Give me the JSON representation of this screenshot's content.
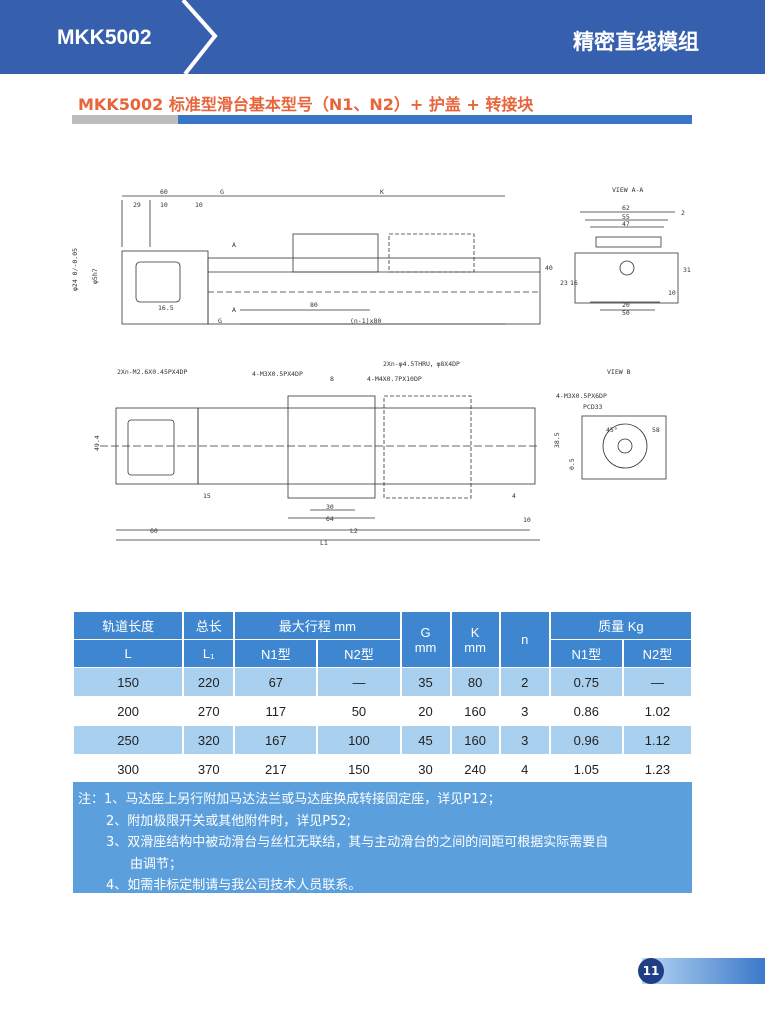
{
  "header": {
    "model": "MKK5002",
    "series": "精密直线模组"
  },
  "subtitle": "MKK5002 标准型滑台基本型号（N1、N2）+ 护盖 + 转接块",
  "drawing": {
    "side": [
      "60",
      "G",
      "K",
      "29",
      "10",
      "10",
      "A",
      "φ24 0/-0.05",
      "φ5h7",
      "16.5",
      "80",
      "G",
      "A",
      "(n-1)x80"
    ],
    "view_aa": {
      "title": "VIEW A-A",
      "dims": [
        "62",
        "55",
        "47",
        "2",
        "40",
        "31",
        "23",
        "16",
        "10",
        "20",
        "50"
      ]
    },
    "top": [
      "2Xn-M2.6X0.45PX4DP",
      "4-M3X0.5PX4DP",
      "8",
      "4-M4X0.7PX10DP",
      "2Xn-φ4.5THRU，φ8X4DP",
      "49.4",
      "15",
      "30",
      "64",
      "60",
      "L2",
      "L1",
      "4",
      "10"
    ],
    "view_b": {
      "title": "VIEW B",
      "dims": [
        "4-M3X0.5PX6DP",
        "PCD33",
        "38.5",
        "0.5",
        "45°",
        "58"
      ]
    }
  },
  "table": {
    "headers": {
      "rail_length": "轨道长度",
      "total_length": "总长",
      "max_stroke": "最大行程 mm",
      "g": "G",
      "g_unit": "mm",
      "k": "K",
      "k_unit": "mm",
      "n": "n",
      "mass": "质量 Kg",
      "L": "L",
      "L1": "L₁",
      "n1": "N1型",
      "n2": "N2型",
      "mn1": "N1型",
      "mn2": "N2型"
    },
    "rows": [
      [
        "150",
        "220",
        "67",
        "—",
        "35",
        "80",
        "2",
        "0.75",
        "—"
      ],
      [
        "200",
        "270",
        "117",
        "50",
        "20",
        "160",
        "3",
        "0.86",
        "1.02"
      ],
      [
        "250",
        "320",
        "167",
        "100",
        "45",
        "160",
        "3",
        "0.96",
        "1.12"
      ],
      [
        "300",
        "370",
        "217",
        "150",
        "30",
        "240",
        "4",
        "1.05",
        "1.23"
      ]
    ]
  },
  "notes": [
    "注：1、马达座上另行附加马达法兰或马达座换成转接固定座，详见P12；",
    "2、附加极限开关或其他附件时，详见P52;",
    "3、双滑座结构中被动滑台与丝杠无联结，其与主动滑台的之间的间距可根据实际需要自",
    "由调节；",
    "4、如需非标定制请与我公司技术人员联系。"
  ],
  "page_number": "11"
}
